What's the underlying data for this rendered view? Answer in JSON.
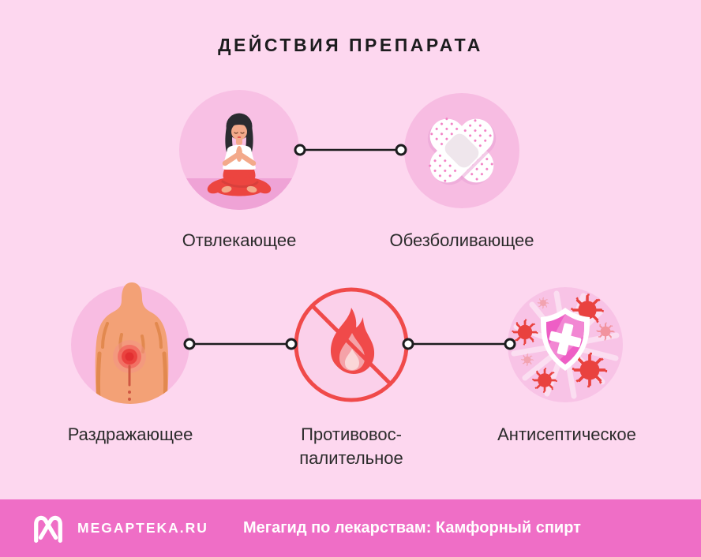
{
  "title": "ДЕЙСТВИЯ ПРЕПАРАТА",
  "actions": [
    {
      "label": "Отвлекающее",
      "icon": "meditating-person-icon"
    },
    {
      "label": "Обезболивающее",
      "icon": "crossed-bandages-icon"
    },
    {
      "label": "Раздражающее",
      "icon": "back-pain-icon"
    },
    {
      "label": "Противовос-",
      "label2": "палительное",
      "icon": "no-fire-icon"
    },
    {
      "label": "Антисептическое",
      "icon": "antiseptic-shield-icon"
    }
  ],
  "footer": {
    "brand": "MEGAPTEKA.RU",
    "caption": "Мегагид по лекарствам: Камфорный спирт",
    "logo_icon": "megapteka-m-icon"
  },
  "colors": {
    "background": "#fdd7ef",
    "icon_circle": "#f8c0e4",
    "accent_red": "#f04a4a",
    "footer_background": "#ef6ec6",
    "text_dark": "#1c1c1e",
    "white": "#ffffff"
  }
}
